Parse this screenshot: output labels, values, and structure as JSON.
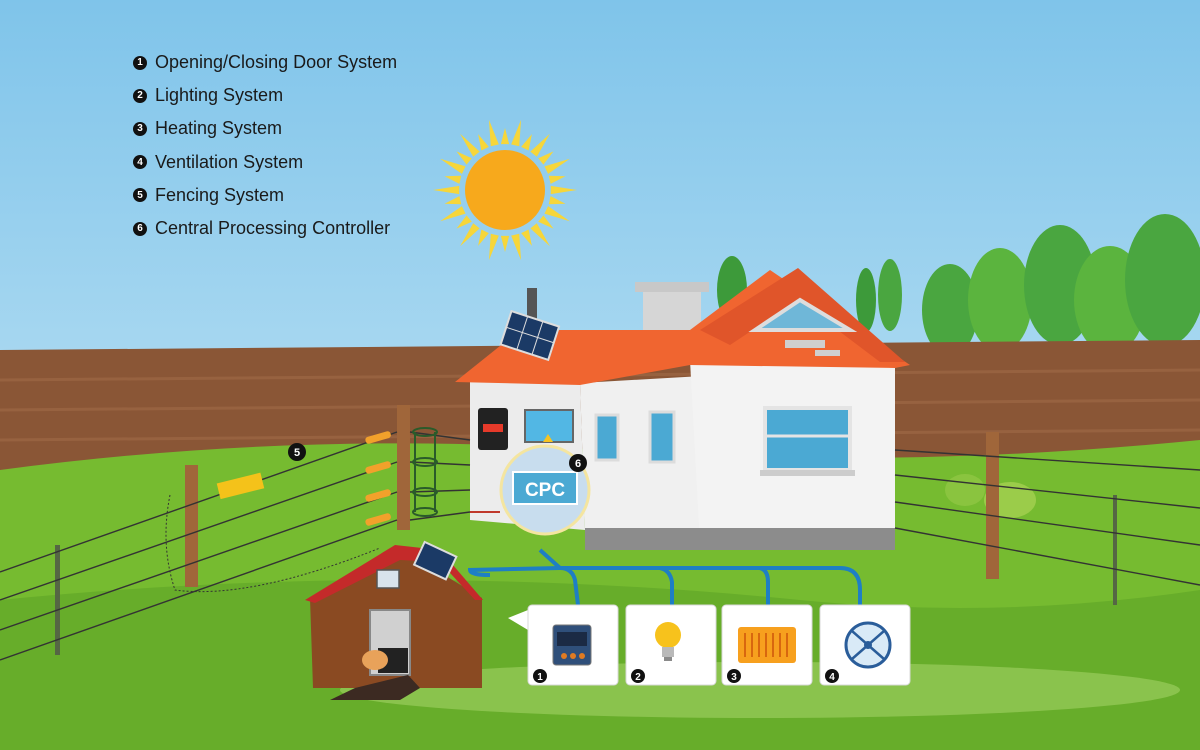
{
  "legend": {
    "items": [
      {
        "num": "1",
        "label": "Opening/Closing Door System"
      },
      {
        "num": "2",
        "label": "Lighting System"
      },
      {
        "num": "3",
        "label": "Heating System"
      },
      {
        "num": "4",
        "label": "Ventilation System"
      },
      {
        "num": "5",
        "label": "Fencing System"
      },
      {
        "num": "6",
        "label": "Central Processing Controller"
      }
    ]
  },
  "controller": {
    "label": "CPC",
    "num": "6"
  },
  "fence": {
    "num": "5"
  },
  "devices": [
    {
      "num": "1",
      "icon": "door-controller-icon"
    },
    {
      "num": "2",
      "icon": "light-bulb-icon"
    },
    {
      "num": "3",
      "icon": "heating-element-icon"
    },
    {
      "num": "4",
      "icon": "fan-icon"
    }
  ],
  "colors": {
    "sky": "#8fcbea",
    "grass": "#6fb52c",
    "roof": "#f06530",
    "pipe": "#1e7fc4",
    "sun": "#f7a91c"
  }
}
